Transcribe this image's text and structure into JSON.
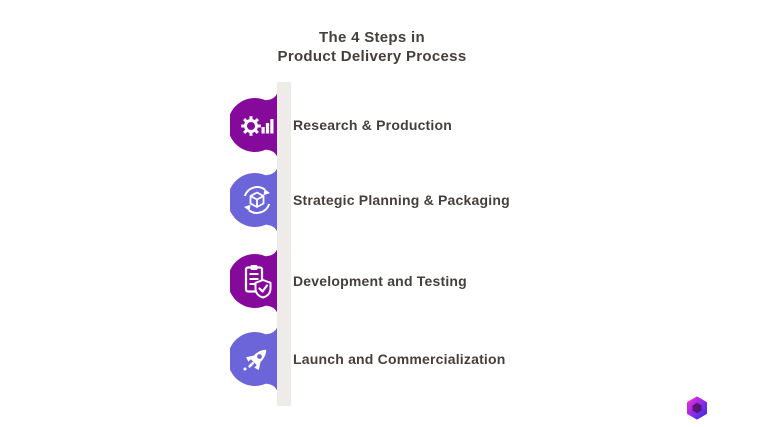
{
  "title": {
    "line1": "The 4 Steps in",
    "line2": "Product Delivery Process"
  },
  "palette": {
    "title_color": "#45403D",
    "text_color": "#45403D",
    "bar_color": "#EFEBE9",
    "background": "#FFFFFF",
    "icon_glyph_color": "#FFFFFF"
  },
  "steps": [
    {
      "label": "Research & Production",
      "color": "#850A9B",
      "icon": "gear-chart-icon"
    },
    {
      "label": "Strategic Planning & Packaging",
      "color": "#6C64D9",
      "icon": "package-cycle-icon"
    },
    {
      "label": "Development and Testing",
      "color": "#850A9B",
      "icon": "clipboard-shield-icon"
    },
    {
      "label": "Launch and Commercialization",
      "color": "#6C64D9",
      "icon": "rocket-icon"
    }
  ],
  "logo": {
    "name": "brand-logo",
    "color_top": "#FF2BD6",
    "color_mid": "#9B2BE8",
    "color_bottom": "#3B2BE0",
    "color_inner": "#43104F"
  }
}
